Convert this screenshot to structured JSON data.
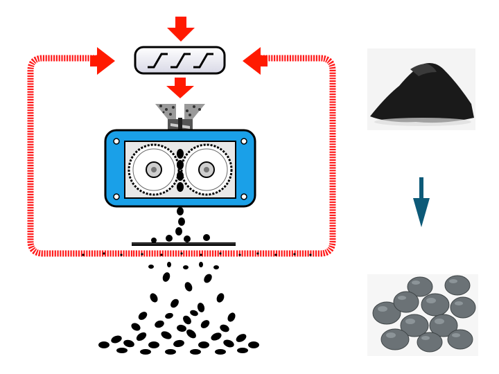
{
  "diagram": {
    "kind": "briquetting-process-flow",
    "colors": {
      "recycle_loop": "#ff1a1a",
      "feed_arrows": "#ff1a00",
      "machine_body": "#1aa0e8",
      "machine_outline": "#000000",
      "flow_arrow": "#0d5a78",
      "product_pellets": "#000000",
      "powder_photo": "#1a1a1a",
      "briquette_photo": "#6b7276"
    },
    "icons": {
      "mixer": "mixer-icon",
      "hopper": "feed-hopper-icon",
      "press": "roller-press-icon",
      "screen": "screen-sieve-icon",
      "powder": "carbon-powder-photo",
      "briquettes": "briquettes-photo"
    }
  }
}
